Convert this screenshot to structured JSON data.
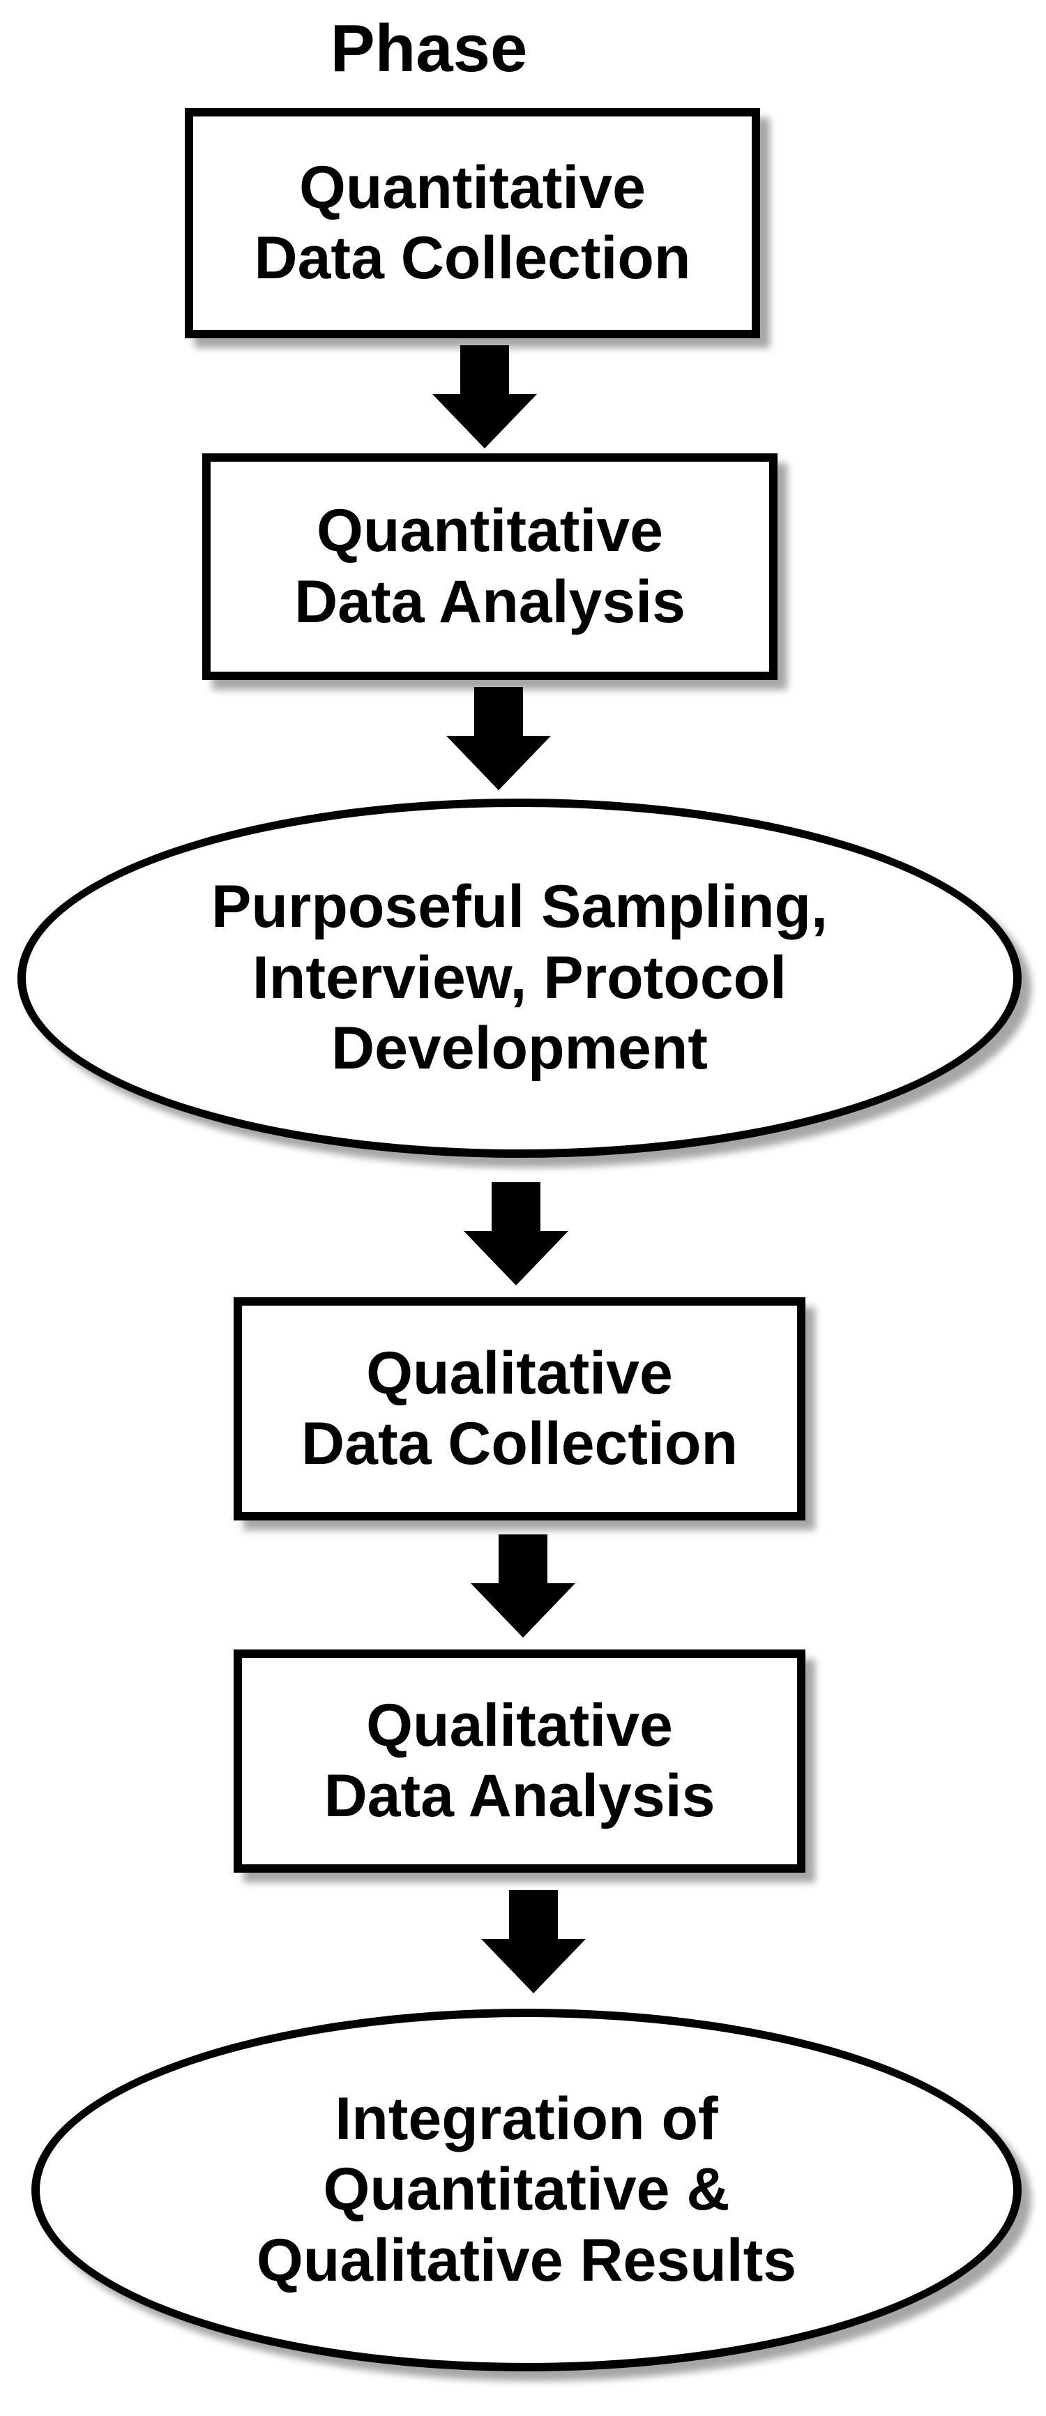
{
  "diagram": {
    "title": "Phase",
    "nodes": [
      {
        "id": "quant-collection",
        "shape": "rect",
        "label": "Quantitative\nData Collection"
      },
      {
        "id": "quant-analysis",
        "shape": "rect",
        "label": "Quantitative\nData Analysis"
      },
      {
        "id": "sampling",
        "shape": "oval",
        "label": "Purposeful Sampling,\nInterview, Protocol\nDevelopment"
      },
      {
        "id": "qual-collection",
        "shape": "rect",
        "label": "Qualitative\nData Collection"
      },
      {
        "id": "qual-analysis",
        "shape": "rect",
        "label": "Qualitative\nData Analysis"
      },
      {
        "id": "integration",
        "shape": "oval",
        "label": "Integration of\nQuantitative &\nQualitative Results"
      }
    ],
    "edges": [
      {
        "from": "quant-collection",
        "to": "quant-analysis"
      },
      {
        "from": "quant-analysis",
        "to": "sampling"
      },
      {
        "from": "sampling",
        "to": "qual-collection"
      },
      {
        "from": "qual-collection",
        "to": "qual-analysis"
      },
      {
        "from": "qual-analysis",
        "to": "integration"
      }
    ],
    "colors": {
      "stroke": "#000000",
      "fill": "#ffffff",
      "arrow": "#000000"
    }
  }
}
